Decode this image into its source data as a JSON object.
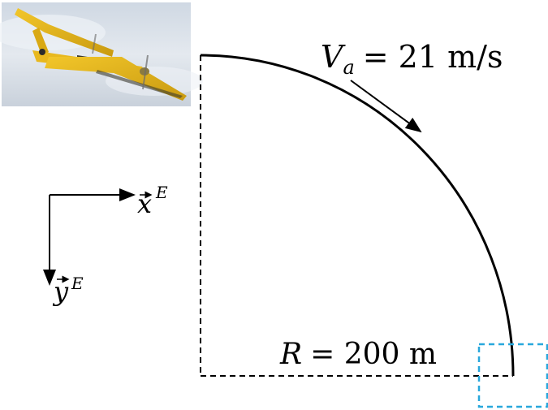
{
  "labels": {
    "velocity": {
      "var": "V",
      "sub": "a",
      "rhs": "= 21 m/s"
    },
    "radius": {
      "var": "R",
      "rhs": "= 200 m"
    },
    "axis_x": {
      "var": "x",
      "sup": "E"
    },
    "axis_y": {
      "var": "y",
      "sup": "E"
    }
  },
  "colors": {
    "stroke": "#000000",
    "highlight_box": "#29a8dc",
    "aircraft_yellow": "#e2b219",
    "sky": "#dfe6ee"
  },
  "icons": {
    "aircraft": "fixed-wing-uav-photo"
  }
}
